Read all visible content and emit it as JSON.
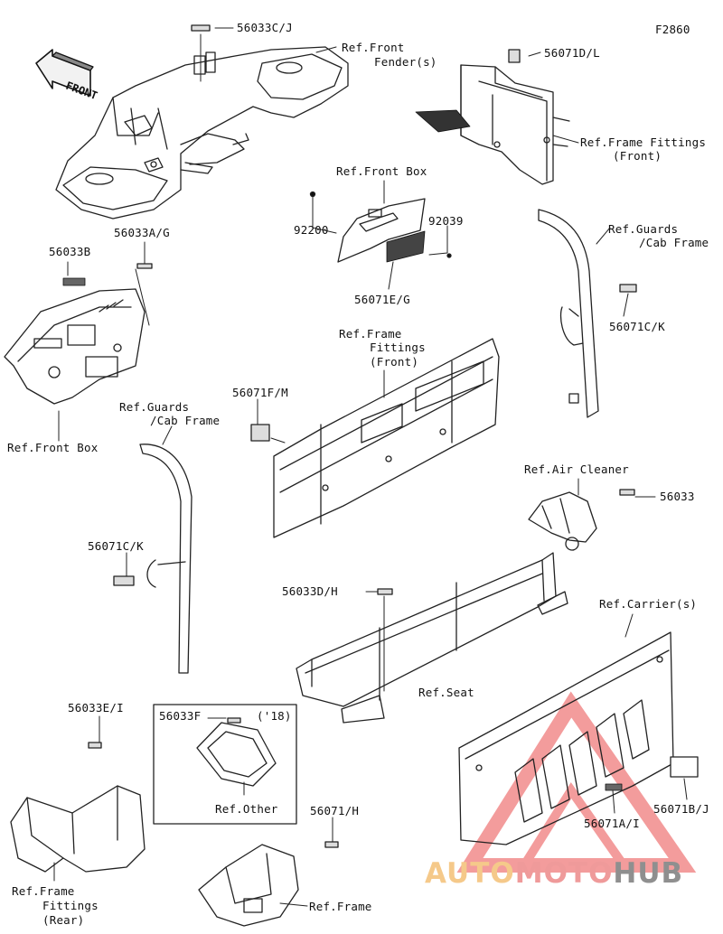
{
  "figure_code": "F2860",
  "front_arrow": "FRONT",
  "labels": {
    "p56033CJ": "56033C/J",
    "refFrontFender1": "Ref.Front",
    "refFrontFender2": "Fender(s)",
    "p56071DL": "56071D/L",
    "refFrameFittingsFront1": "Ref.Frame Fittings",
    "refFrameFittingsFront2": "(Front)",
    "refFrontBoxTop": "Ref.Front Box",
    "p92200": "92200",
    "p92039": "92039",
    "p56071EG": "56071E/G",
    "p56033B": "56033B",
    "p56033AG": "56033A/G",
    "refFrontBoxLeft": "Ref.Front Box",
    "refGuardsRight1": "Ref.Guards",
    "refGuardsRight2": "/Cab Frame",
    "p56071CKRight": "56071C/K",
    "refFrameFittingsMid1": "Ref.Frame",
    "refFrameFittingsMid2": "Fittings",
    "refFrameFittingsMid3": "(Front)",
    "p56071FM": "56071F/M",
    "refGuardsLeft1": "Ref.Guards",
    "refGuardsLeft2": "/Cab Frame",
    "p56071CKLeft": "56071C/K",
    "refAirCleaner": "Ref.Air Cleaner",
    "p56033": "56033",
    "p56033DH": "56033D/H",
    "refSeat": "Ref.Seat",
    "refCarriers": "Ref.Carrier(s)",
    "p56033EI": "56033E/I",
    "p56033F": "56033F",
    "year18": "('18)",
    "refOther": "Ref.Other",
    "p56071H": "56071/H",
    "refFrameBottom": "Ref.Frame",
    "refFrameFittingsRear1": "Ref.Frame",
    "refFrameFittingsRear2": "Fittings",
    "refFrameFittingsRear3": "(Rear)",
    "p56071AI": "56071A/I",
    "p56071BJ": "56071B/J"
  },
  "watermark": {
    "part1": "AUTO",
    "part2": "MOTO",
    "part3": "HUB"
  }
}
